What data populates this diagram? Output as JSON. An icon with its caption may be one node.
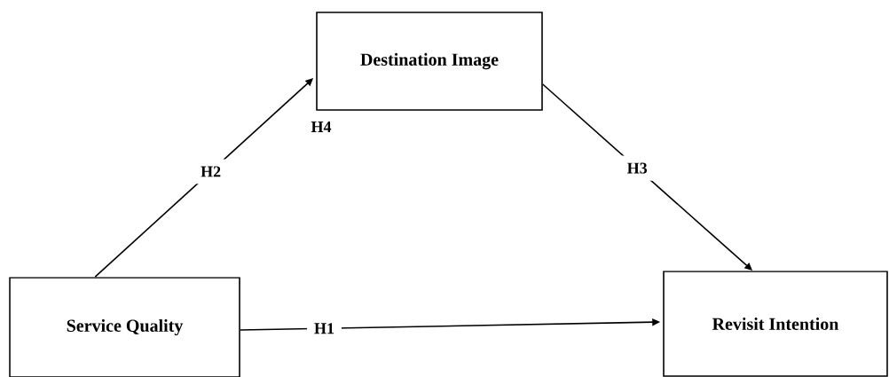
{
  "diagram": {
    "nodes": [
      {
        "text": [
          "Service Quality"
        ]
      },
      {
        "text": [
          "Destination Image"
        ]
      },
      {
        "text": [
          "Revisit Intention"
        ]
      }
    ],
    "edges": [
      {
        "from": 0,
        "to": 1,
        "arrow": "to",
        "label": "H2"
      },
      {
        "from": 1,
        "to": 2,
        "arrow": "to",
        "label": "H3"
      },
      {
        "from": 0,
        "to": 2,
        "arrow": "to",
        "label": "H1"
      }
    ],
    "labels": [
      "H4"
    ]
  }
}
